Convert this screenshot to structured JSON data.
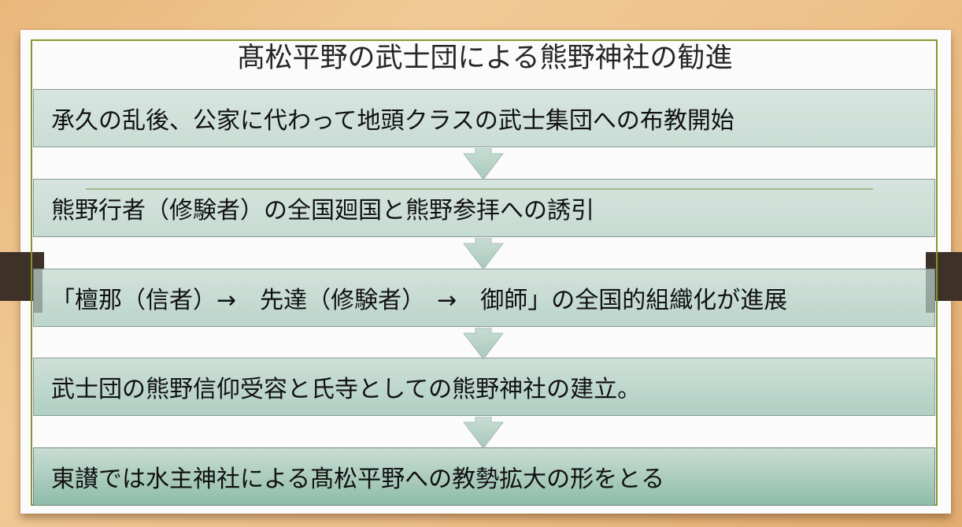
{
  "slide": {
    "title": "髙松平野の武士団による熊野神社の勧進",
    "steps": [
      {
        "text": "承久の乱後、公家に代わって地頭クラスの武士集団への布教開始"
      },
      {
        "text": "熊野行者（修験者）の全国廻国と熊野参拝への誘引"
      },
      {
        "text": "「檀那（信者）→　先達（修験者）　→　御師」の全国的組織化が進展"
      },
      {
        "text": "武士団の熊野信仰受容と氏寺としての熊野神社の建立。"
      },
      {
        "text": "東讃では水主神社による髙松平野への教勢拡大の形をとる"
      }
    ],
    "colors": {
      "frame": "#86972f",
      "box_light": "#d7e5df",
      "box_dark": "#8fbca9",
      "arrow": "#b9d2c8"
    }
  }
}
